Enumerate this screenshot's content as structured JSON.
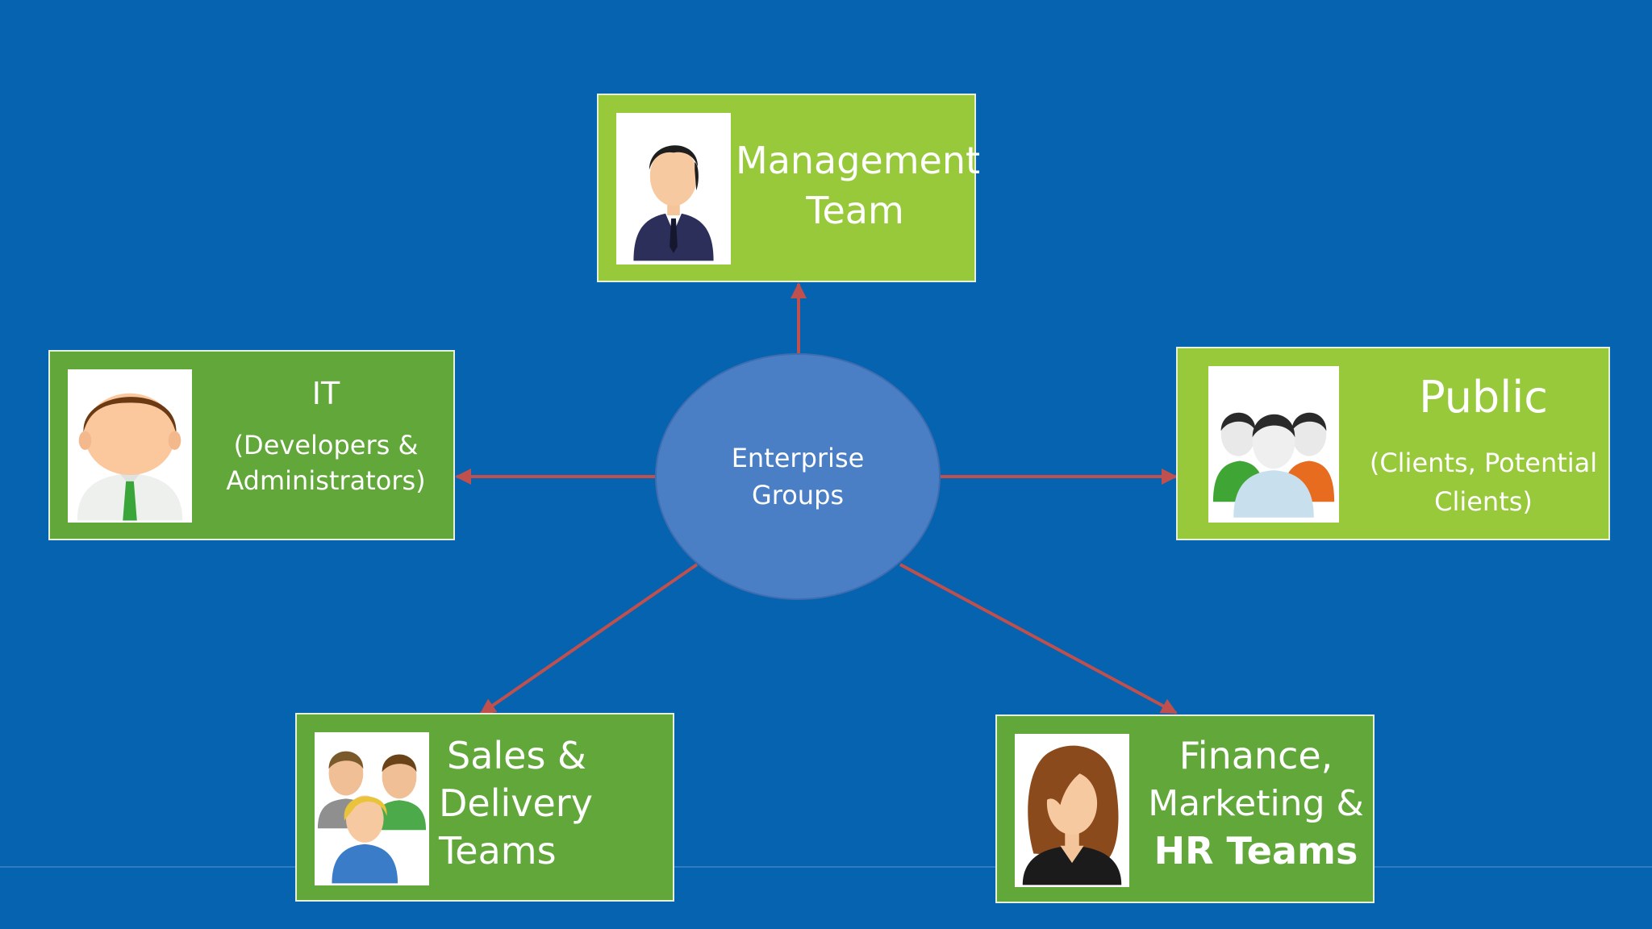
{
  "hub": {
    "line1": "Enterprise",
    "line2": "Groups"
  },
  "groups": {
    "management": {
      "line1": "Management",
      "line2": "Team",
      "icon": "businessman-icon"
    },
    "it": {
      "title": "IT",
      "line2": "(Developers &",
      "line3": "Administrators)",
      "icon": "developer-icon"
    },
    "public": {
      "title": "Public",
      "line2": "(Clients, Potential",
      "line3": "Clients)",
      "icon": "people-group-icon"
    },
    "sales": {
      "line1": "Sales  &",
      "line2": "Delivery",
      "line3": "Teams",
      "icon": "team-icon"
    },
    "finance": {
      "line1": "Finance,",
      "line2": "Marketing &",
      "line3": "HR Teams",
      "icon": "businesswoman-icon"
    }
  },
  "colors": {
    "background": "#0563b0",
    "box_lime": "#97c93a",
    "box_green": "#62a73a",
    "hub": "#4a7fc6",
    "arrow": "#c0504d"
  }
}
